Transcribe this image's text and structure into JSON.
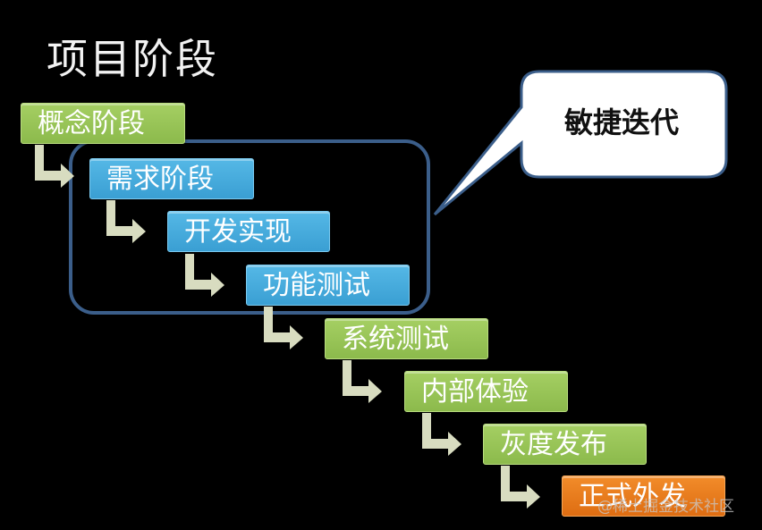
{
  "title": "项目阶段",
  "steps": [
    {
      "label": "概念阶段"
    },
    {
      "label": "需求阶段"
    },
    {
      "label": "开发实现"
    },
    {
      "label": "功能测试"
    },
    {
      "label": "系统测试"
    },
    {
      "label": "内部体验"
    },
    {
      "label": "灰度发布"
    },
    {
      "label": "正式外发"
    }
  ],
  "callout": {
    "label": "敏捷迭代"
  },
  "watermark": "@稀土掘金技术社区",
  "colors": {
    "green": "#8cba4c",
    "blue": "#3a9fd3",
    "orange": "#de6d12",
    "group_border": "#3b5e8a",
    "arrow": "#d8dcc0"
  }
}
